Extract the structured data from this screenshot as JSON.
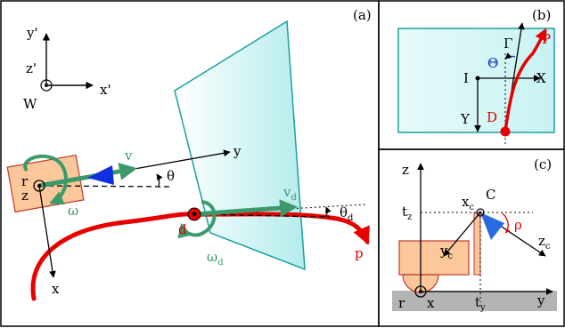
{
  "panels": {
    "a": {
      "tag": "(a)",
      "world_frame": {
        "y_axis": "y'",
        "x_axis": "x'",
        "z_axis": "z'",
        "origin": "W"
      },
      "robot": {
        "origin_r": "r",
        "origin_z": "z",
        "velocity": "v",
        "omega": "ω",
        "axis_x": "x",
        "axis_y": "y",
        "theta": "θ"
      },
      "desired": {
        "point": "d",
        "velocity": "v",
        "velocity_sub": "d",
        "omega": "ω",
        "omega_sub": "d",
        "theta": "θ",
        "theta_sub": "d",
        "path": "p"
      }
    },
    "b": {
      "tag": "(b)",
      "path": "P",
      "gamma": "Γ",
      "theta_big": "Θ",
      "image_x": "X",
      "image_y": "Y",
      "center": "I",
      "point_d": "D"
    },
    "c": {
      "tag": "(c)",
      "z_axis": "z",
      "tz": "t",
      "tz_sub": "z",
      "xc": "x",
      "xc_sub": "c",
      "camera": "C",
      "rho": "ρ",
      "zc": "z",
      "zc_sub": "c",
      "yc": "y",
      "yc_sub": "c",
      "r": "r",
      "x_axis": "x",
      "ty": "t",
      "ty_sub": "y",
      "y_axis": "y"
    }
  },
  "colors": {
    "path": "#e80000",
    "arrow_green": "#3a9a6a",
    "camera_blue": "#2a6ae0",
    "plane": "#c8f4f4",
    "robot_body": "#fbc79b",
    "floor": "#b4b4b4"
  }
}
